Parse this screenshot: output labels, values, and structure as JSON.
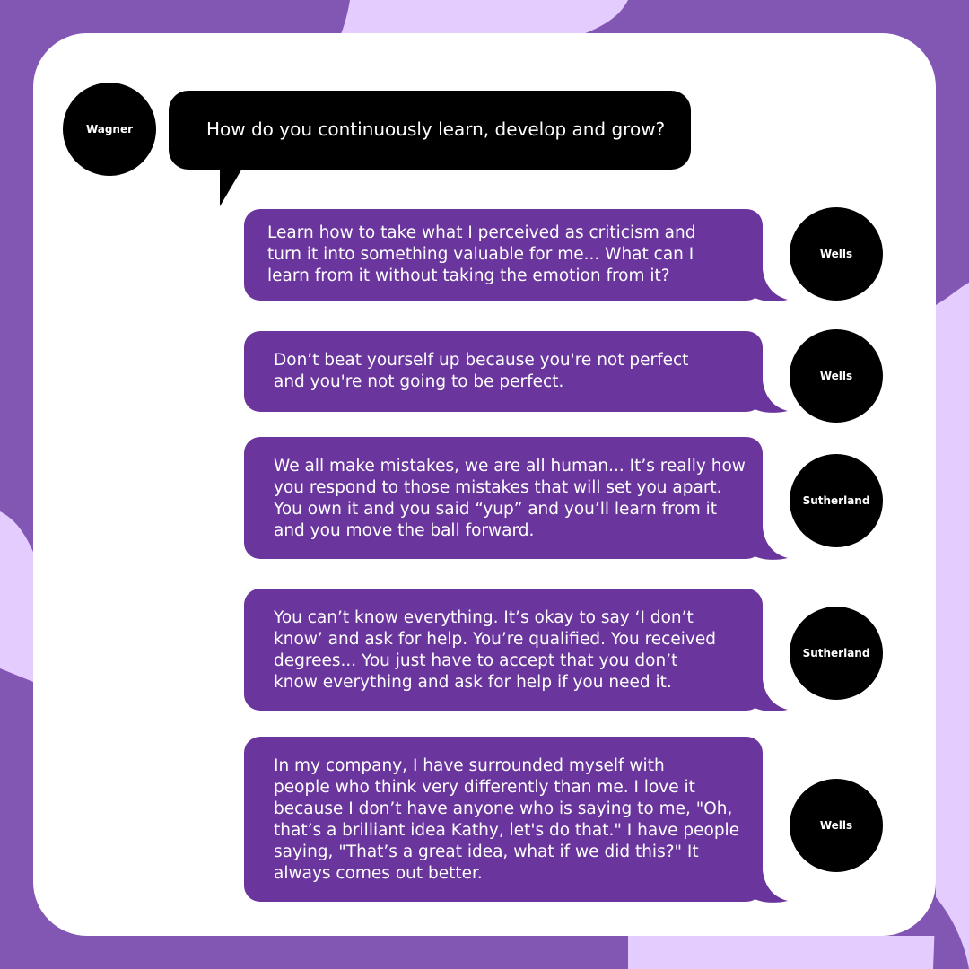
{
  "colors": {
    "background": "#8257b3",
    "light_shape": "#e5ccff",
    "card": "#ffffff",
    "answer_bubble": "#6a359c",
    "question_bubble": "#000000",
    "avatar": "#000000"
  },
  "question": {
    "speaker": "Wagner",
    "text": "How do you continuously learn, develop and grow?"
  },
  "answers": [
    {
      "speaker": "Wells",
      "lines": [
        "Learn how to take what I perceived as criticism and",
        "turn it into something valuable for me... What can I",
        "learn from it without taking the emotion from it?"
      ]
    },
    {
      "speaker": "Wells",
      "lines": [
        "Don’t beat yourself up because you're not perfect",
        "and you're not going to be perfect."
      ]
    },
    {
      "speaker": "Sutherland",
      "lines": [
        "We all make mistakes, we are all human... It’s really how",
        "you respond to those mistakes that will set you apart.",
        "You own it and you said “yup” and you’ll learn from it",
        "and you move the ball forward."
      ]
    },
    {
      "speaker": "Sutherland",
      "lines": [
        "You can’t know everything. It’s okay to say ‘I don’t",
        "know’ and ask for help. You’re qualified. You received",
        "degrees... You just have to accept that you don’t",
        "know everything and ask for help if you need it."
      ]
    },
    {
      "speaker": "Wells",
      "lines": [
        "In  my company, I have surrounded myself with",
        "people who think very differently than me. I love it",
        "because I don’t have anyone who is saying to me, \"Oh,",
        "that’s a brilliant idea Kathy, let's do that.\" I have people",
        "saying, \"That’s a great idea, what if we did this?\" It",
        "always comes out better."
      ]
    }
  ]
}
